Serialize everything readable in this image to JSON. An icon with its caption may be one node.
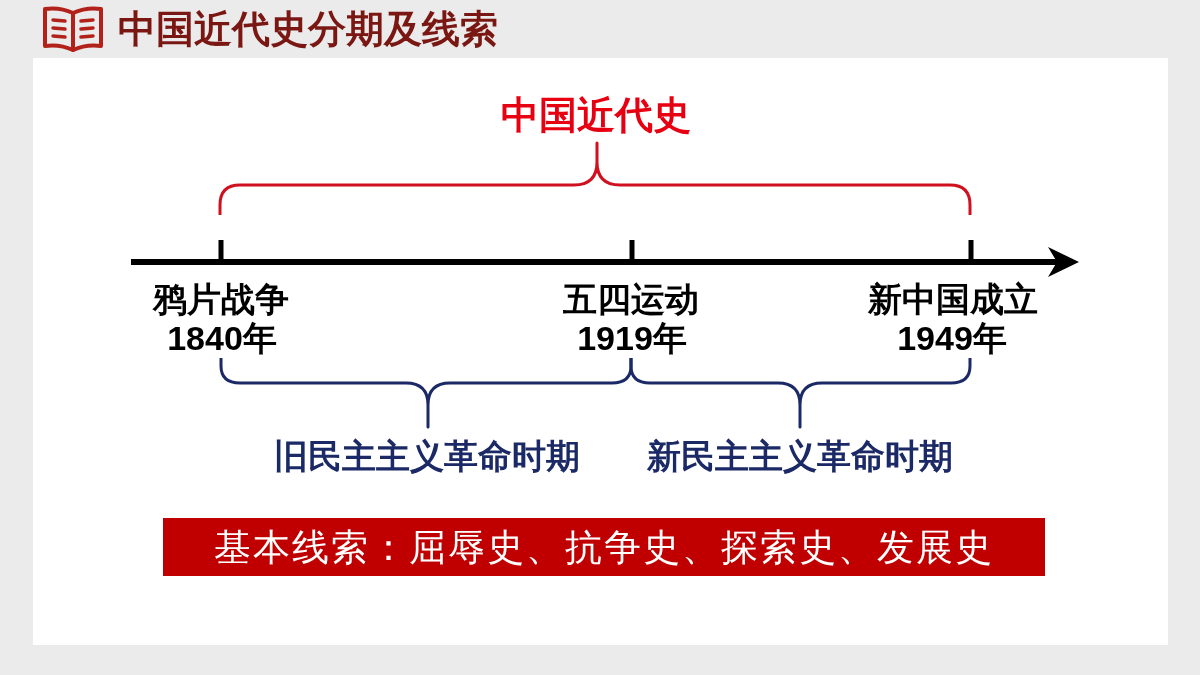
{
  "diagram": {
    "title": "中国近代史分期及线索",
    "nodes": [
      {
        "text": [
          "基本线索：屈辱史、抗争史、探索史、发展史"
        ]
      }
    ],
    "labels": [
      "中国近代史",
      "鸦片战争",
      "1840年",
      "五四运动",
      "1919年",
      "新中国成立",
      "1949年",
      "旧民主主义革命时期",
      "新民主主义革命时期"
    ]
  }
}
